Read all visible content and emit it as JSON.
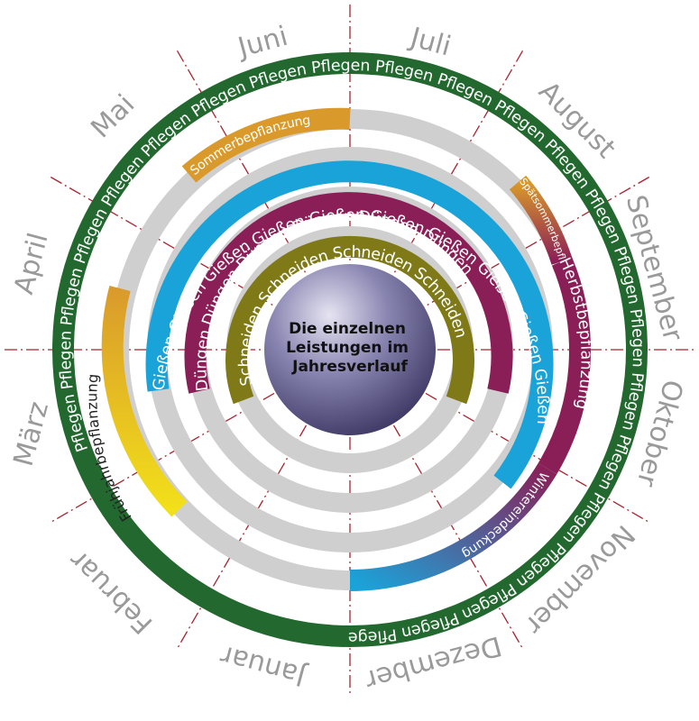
{
  "center": {
    "lines": [
      "Die einzelnen",
      "Leistungen im",
      "Jahresverlauf"
    ]
  },
  "months": [
    "Januar",
    "Februar",
    "März",
    "April",
    "Mai",
    "Juni",
    "Juli",
    "August",
    "September",
    "Oktober",
    "November",
    "Dezember"
  ],
  "colors": {
    "pflegen": "#23692f",
    "giessen": "#1aa3d9",
    "duengen": "#8a1f57",
    "schneiden": "#7f7a17",
    "bepflanzung": "#d99a2b",
    "track": "#cfcfcf",
    "axis": "#a8242f",
    "month_text": "#9a9a9a"
  },
  "rings": {
    "pflegen": {
      "text": "Pflegen Pflegen Pflegen Pflegen Pflegen Pflegen Pflegen Pflegen Pflegen Pflegen Pflegen Pflegen Pflegen Pflegen Pflegen Pflegen Pflegen Pflegen Pflegen Pflegen Pflegen Pflegen Pflegen Pflegen"
    },
    "bepflanzung": {
      "sommer": "Sommerbepflanzung",
      "spaetsommer": "Spätsommerbepfl.",
      "herbst": "Herbstbepflanzung",
      "winter": "Wintereindeckung",
      "fruehjahr": "Frühjahrbepflanzung"
    },
    "giessen": {
      "text": "Gießen Gießen Gießen Gießen Gießen Gießen Gießen Gießen Gießen Gießen"
    },
    "duengen": {
      "text": "Düngen Düngen Düngen Düngen Düngen Düngen"
    },
    "schneiden": {
      "text": "Schneiden Schneiden Schneiden Schneiden"
    }
  }
}
